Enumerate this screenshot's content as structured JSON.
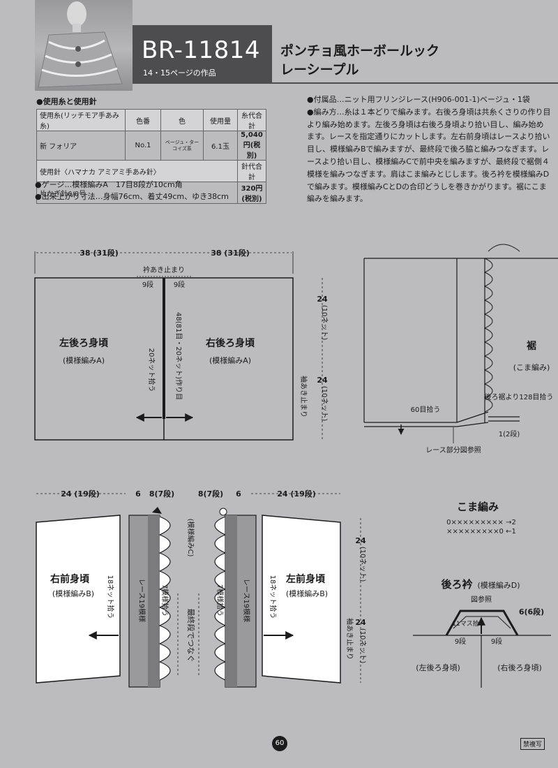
{
  "header": {
    "pattern_code": "BR-11814",
    "pages_ref": "14・15ページの作品",
    "title_line1": "ポンチョ風ホーボールック",
    "title_line2": "レーシープル"
  },
  "materials": {
    "label": "●使用糸と使用針",
    "yarn_headers": [
      "使用糸(リッチモア手あみ糸)",
      "色番",
      "色",
      "使用量",
      "糸代合計"
    ],
    "yarn_row": [
      "新 フォリア",
      "No.1",
      "ベージュ・ターコイズ系",
      "6.1玉",
      "5,040円(税別)"
    ],
    "needle_header": "使用針〈ハマナカ アミアミ手あみ針〉",
    "needle_total_header": "針代合計",
    "needle_row": [
      "片かぎ針6/0号",
      "320円(税別)"
    ]
  },
  "gauge": "●ゲージ…模様編みA　17目8段が10cm角",
  "finished_size": "●出来上がり寸法…身幅76cm、着丈49cm、ゆき38cm",
  "instructions": {
    "accessory": "●付属品…ニット用フリンジレース(H906-001-1)ベージュ・1袋",
    "method": "●編み方…糸は１本どりで編みます。右後ろ身頃は共糸くさりの作り目より編み始めます。左後ろ身頃は右後ろ身頃より拾い目し、編み始めます。レースを指定通りにカットします。左右前身頃はレースより拾い目し、模様編みBで編みますが、最終段で後ろ脇と編みつなぎます。レースより拾い目し、模様編みCで前中央を編みますが、最終段で裾側４模様を編みつなぎます。肩はこま編みとじします。後ろ衿を模様編みDで編みます。模様編みCとDの合印どうしを巻きかがります。裾にこま編みを編みます。"
  },
  "diagram_back": {
    "dim_left": "38 (31段)",
    "dim_right": "38 (31段)",
    "neck_end": "衿あき止まり",
    "neck_left": "9段",
    "neck_right": "9段",
    "height_top": "24",
    "height_top_unit": "(10ネット)",
    "height_bottom": "24",
    "height_bottom_unit": "(10ネット)",
    "left_panel": "左後ろ身頃",
    "left_panel_sub": "(模様編みA)",
    "right_panel": "右後ろ身頃",
    "right_panel_sub": "(模様編みA)",
    "center_pickup": "20ネット拾う",
    "center_chain": "48(81目・20ネット)作り目",
    "sleeve_end": "袖あき止まり"
  },
  "diagram_hem": {
    "title": "裾",
    "subtitle": "(こま編み)",
    "pickup_back": "後ろ裾より128目拾う",
    "pickup_60": "60目拾う",
    "rows": "1(2段)",
    "lace_ref": "レース部分図参照"
  },
  "diagram_front": {
    "dim_w_left": "24 (19段)",
    "dim_6_left": "6",
    "dim_8_left": "8(7段)",
    "dim_8_right": "8(7段)",
    "dim_6_right": "6",
    "dim_w_right": "24 (19段)",
    "right_front": "右前身頃",
    "right_front_sub": "(模様編みB)",
    "left_front": "左前身頃",
    "left_front_sub": "(模様編みB)",
    "pickup_18": "18ネット拾う",
    "lace_19": "レース19模様",
    "pickup_7": "7模様拾う",
    "pattern_c": "(模様編みC)",
    "last_row_join": "最終段でつなぐ",
    "height_top": "24",
    "height_top_unit": "(10ネット)",
    "height_bottom": "24",
    "height_bottom_unit": "(10ネット)",
    "sleeve_end": "袖あき止まり"
  },
  "koma": {
    "title": "こま編み",
    "row2": "0××××××××× →2",
    "row1": "×××××××××0 ←1"
  },
  "collar": {
    "title": "後ろ衿",
    "title_sub": "(模様編みD)",
    "ref": "図参照",
    "rows": "6(6段)",
    "pickup": "11マス拾う",
    "left_rows": "9段",
    "right_rows": "9段",
    "left_label": "(左後ろ身頃)",
    "right_label": "(右後ろ身頃)"
  },
  "footer": {
    "page_number": "60",
    "copy_notice": "禁複写"
  }
}
